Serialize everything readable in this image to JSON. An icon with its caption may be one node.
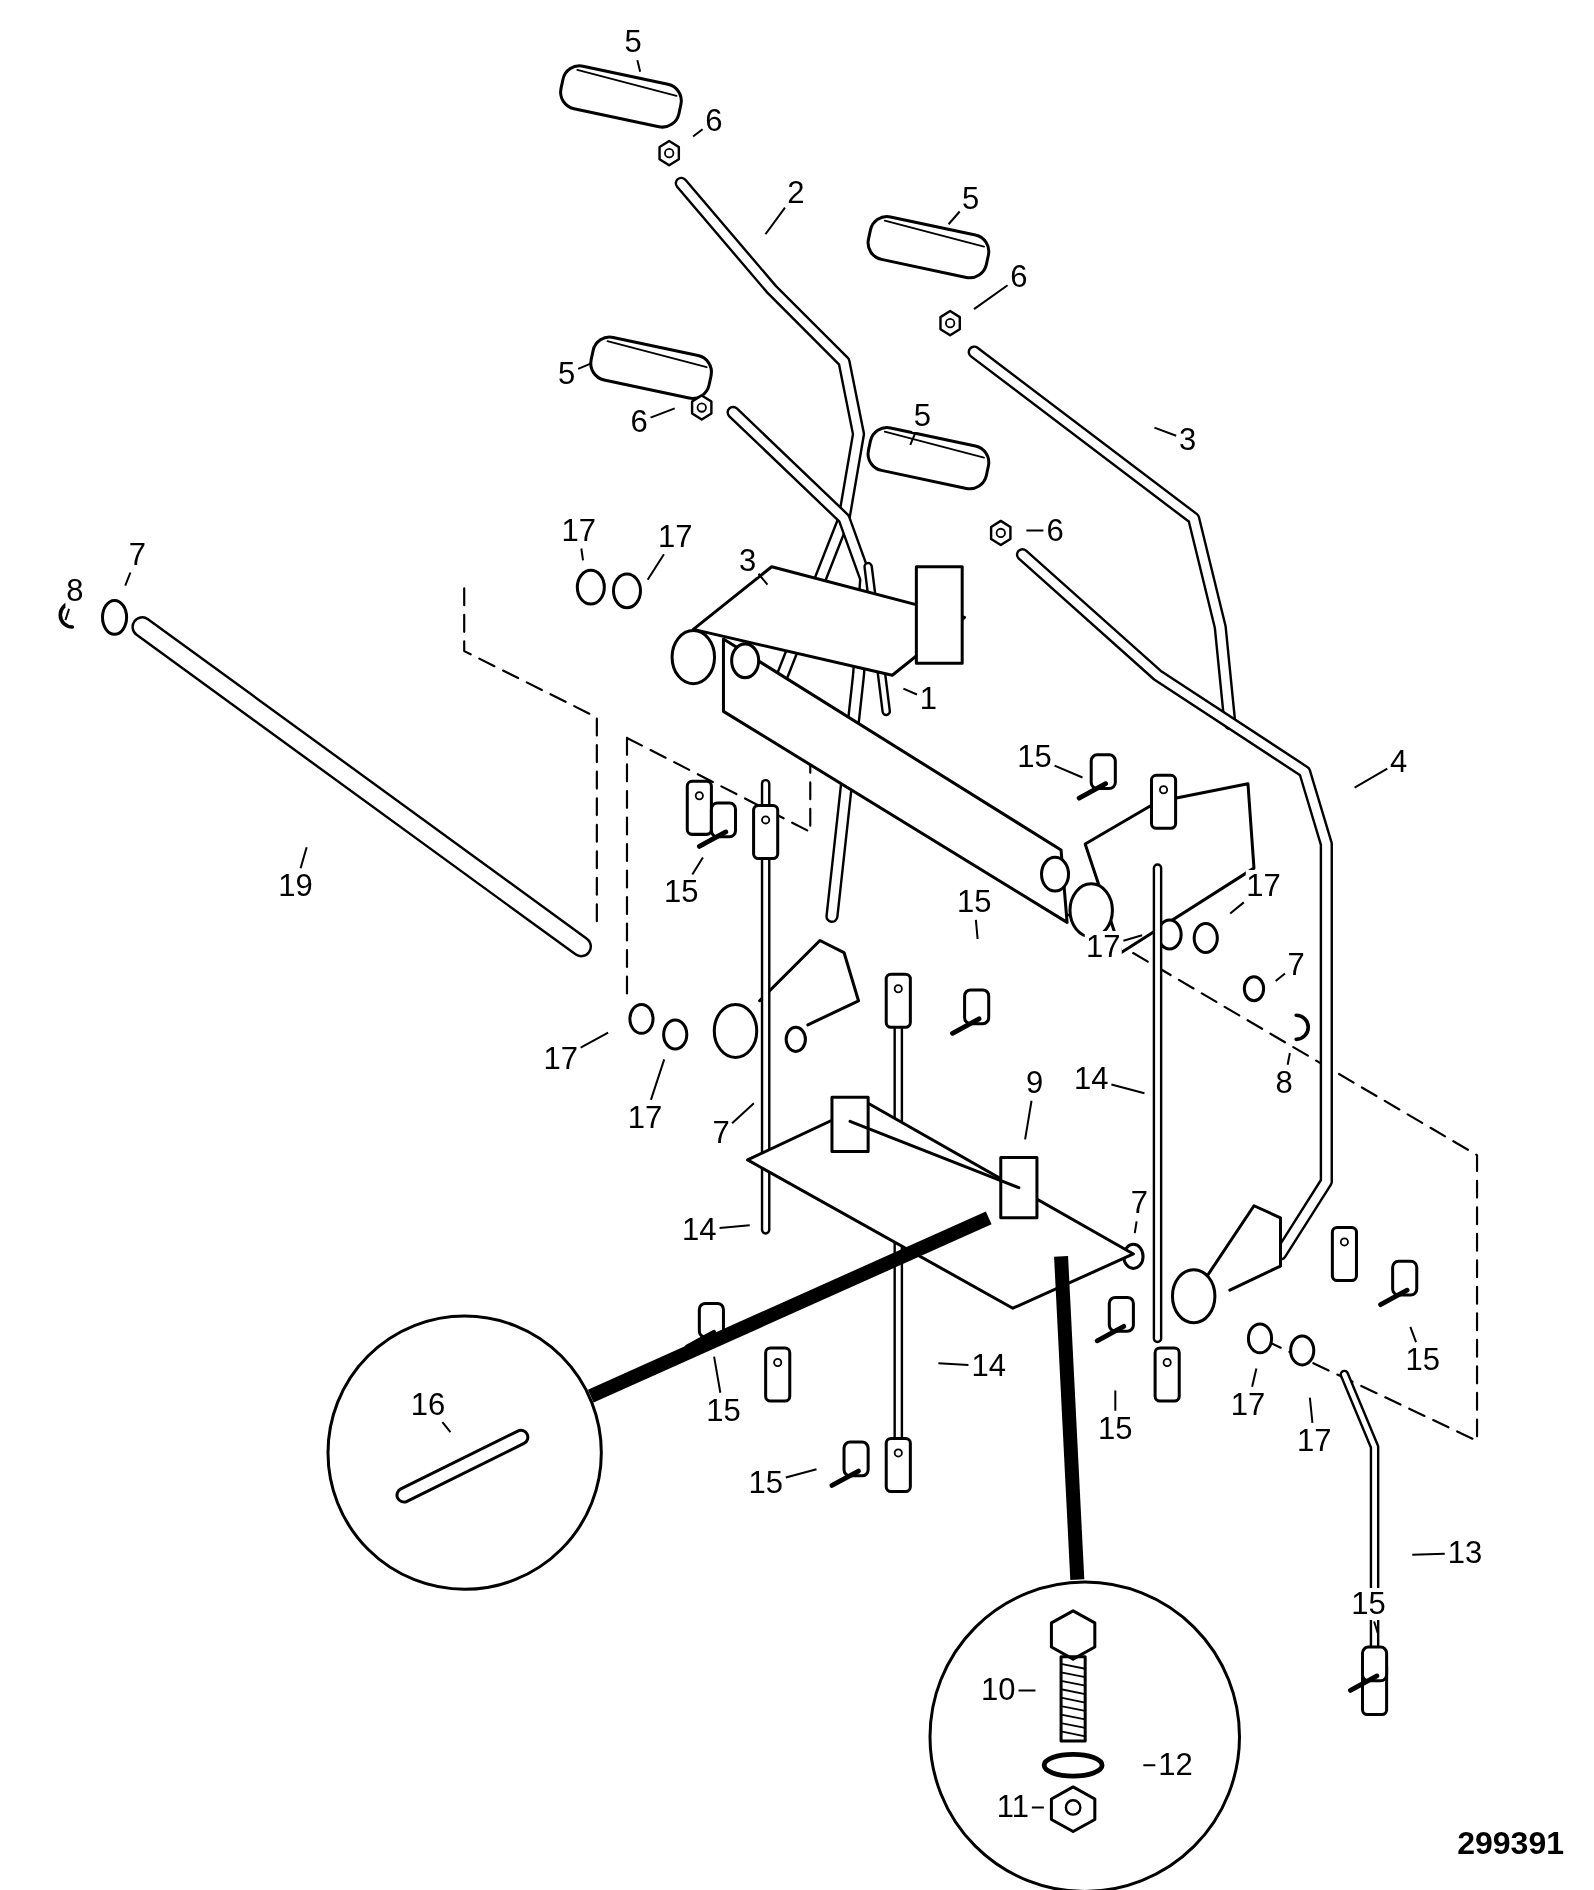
{
  "diagram": {
    "nodes": [
      {
        "text": [
          "5"
        ]
      },
      {
        "text": [
          "6"
        ]
      },
      {
        "text": [
          "2"
        ]
      },
      {
        "text": [
          "5"
        ]
      },
      {
        "text": [
          "6"
        ]
      },
      {
        "text": [
          "5"
        ]
      },
      {
        "text": [
          "6"
        ]
      },
      {
        "text": [
          "5"
        ]
      },
      {
        "text": [
          "3"
        ]
      },
      {
        "text": [
          "6"
        ]
      },
      {
        "text": [
          "17"
        ]
      },
      {
        "text": [
          "17"
        ]
      },
      {
        "text": [
          "3"
        ]
      },
      {
        "text": [
          "8"
        ]
      },
      {
        "text": [
          "7"
        ]
      },
      {
        "text": [
          "1"
        ]
      },
      {
        "text": [
          "15"
        ]
      },
      {
        "text": [
          "4"
        ]
      },
      {
        "text": [
          "19"
        ]
      },
      {
        "text": [
          "15"
        ]
      },
      {
        "text": [
          "15"
        ]
      },
      {
        "text": [
          "17"
        ]
      },
      {
        "text": [
          "17"
        ]
      },
      {
        "text": [
          "7"
        ]
      },
      {
        "text": [
          "17"
        ]
      },
      {
        "text": [
          "17"
        ]
      },
      {
        "text": [
          "8"
        ]
      },
      {
        "text": [
          "14"
        ]
      },
      {
        "text": [
          "9"
        ]
      },
      {
        "text": [
          "7"
        ]
      },
      {
        "text": [
          "7"
        ]
      },
      {
        "text": [
          "14"
        ]
      },
      {
        "text": [
          "14"
        ]
      },
      {
        "text": [
          "15"
        ]
      },
      {
        "text": [],
        "shape": "circle"
      },
      {
        "text": [
          "16"
        ],
        "in": 34
      },
      {
        "text": [
          "15"
        ]
      },
      {
        "text": [
          "15"
        ]
      },
      {
        "text": [
          "17"
        ]
      },
      {
        "text": [
          "17"
        ]
      },
      {
        "text": [
          "15"
        ]
      },
      {
        "text": [
          "13"
        ]
      },
      {
        "text": [
          "15"
        ]
      },
      {
        "text": [],
        "shape": "circle"
      },
      {
        "text": [
          "10"
        ],
        "in": 43
      },
      {
        "text": [
          "12"
        ],
        "in": 43
      },
      {
        "text": [
          "11"
        ],
        "in": 43
      }
    ],
    "edges": [
      {
        "from": 0,
        "to": null,
        "arrow": "none"
      },
      {
        "from": 1,
        "to": null,
        "arrow": "none"
      },
      {
        "from": 2,
        "to": null,
        "arrow": "none"
      },
      {
        "from": 3,
        "to": null,
        "arrow": "none"
      },
      {
        "from": 4,
        "to": null,
        "arrow": "none"
      },
      {
        "from": 5,
        "to": null,
        "arrow": "none"
      },
      {
        "from": 6,
        "to": null,
        "arrow": "none"
      },
      {
        "from": 7,
        "to": null,
        "arrow": "none"
      },
      {
        "from": 8,
        "to": null,
        "arrow": "none"
      },
      {
        "from": 9,
        "to": null,
        "arrow": "none"
      },
      {
        "from": 10,
        "to": null,
        "arrow": "none"
      },
      {
        "from": 11,
        "to": null,
        "arrow": "none"
      },
      {
        "from": 12,
        "to": null,
        "arrow": "none"
      },
      {
        "from": 13,
        "to": null,
        "arrow": "none"
      },
      {
        "from": 14,
        "to": null,
        "arrow": "none"
      },
      {
        "from": 15,
        "to": null,
        "arrow": "none"
      },
      {
        "from": 16,
        "to": null,
        "arrow": "none"
      },
      {
        "from": 17,
        "to": null,
        "arrow": "none"
      },
      {
        "from": 18,
        "to": null,
        "arrow": "none"
      },
      {
        "from": 19,
        "to": null,
        "arrow": "none"
      },
      {
        "from": 20,
        "to": null,
        "arrow": "none"
      },
      {
        "from": 21,
        "to": null,
        "arrow": "none"
      },
      {
        "from": 22,
        "to": null,
        "arrow": "none"
      },
      {
        "from": 23,
        "to": null,
        "arrow": "none"
      },
      {
        "from": 24,
        "to": null,
        "arrow": "none"
      },
      {
        "from": 25,
        "to": null,
        "arrow": "none"
      },
      {
        "from": 26,
        "to": null,
        "arrow": "none"
      },
      {
        "from": 27,
        "to": null,
        "arrow": "none"
      },
      {
        "from": 28,
        "to": null,
        "arrow": "none"
      },
      {
        "from": 29,
        "to": null,
        "arrow": "none"
      },
      {
        "from": 30,
        "to": null,
        "arrow": "none"
      },
      {
        "from": 31,
        "to": null,
        "arrow": "none"
      },
      {
        "from": 32,
        "to": null,
        "arrow": "none"
      },
      {
        "from": 33,
        "to": null,
        "arrow": "none"
      },
      {
        "from": 34,
        "to": null,
        "arrow": "none",
        "style": "thick"
      },
      {
        "from": 35,
        "to": null,
        "arrow": "none"
      },
      {
        "from": 36,
        "to": null,
        "arrow": "none"
      },
      {
        "from": 37,
        "to": null,
        "arrow": "none"
      },
      {
        "from": 38,
        "to": null,
        "arrow": "none"
      },
      {
        "from": 39,
        "to": null,
        "arrow": "none"
      },
      {
        "from": 40,
        "to": null,
        "arrow": "none"
      },
      {
        "from": 41,
        "to": null,
        "arrow": "none"
      },
      {
        "from": 42,
        "to": null,
        "arrow": "none"
      },
      {
        "from": 43,
        "to": null,
        "arrow": "none",
        "style": "thick"
      },
      {
        "from": 44,
        "to": null,
        "arrow": "none"
      },
      {
        "from": 45,
        "to": null,
        "arrow": "none"
      },
      {
        "from": 46,
        "to": null,
        "arrow": "none"
      }
    ],
    "labels": [
      "299391"
    ]
  }
}
